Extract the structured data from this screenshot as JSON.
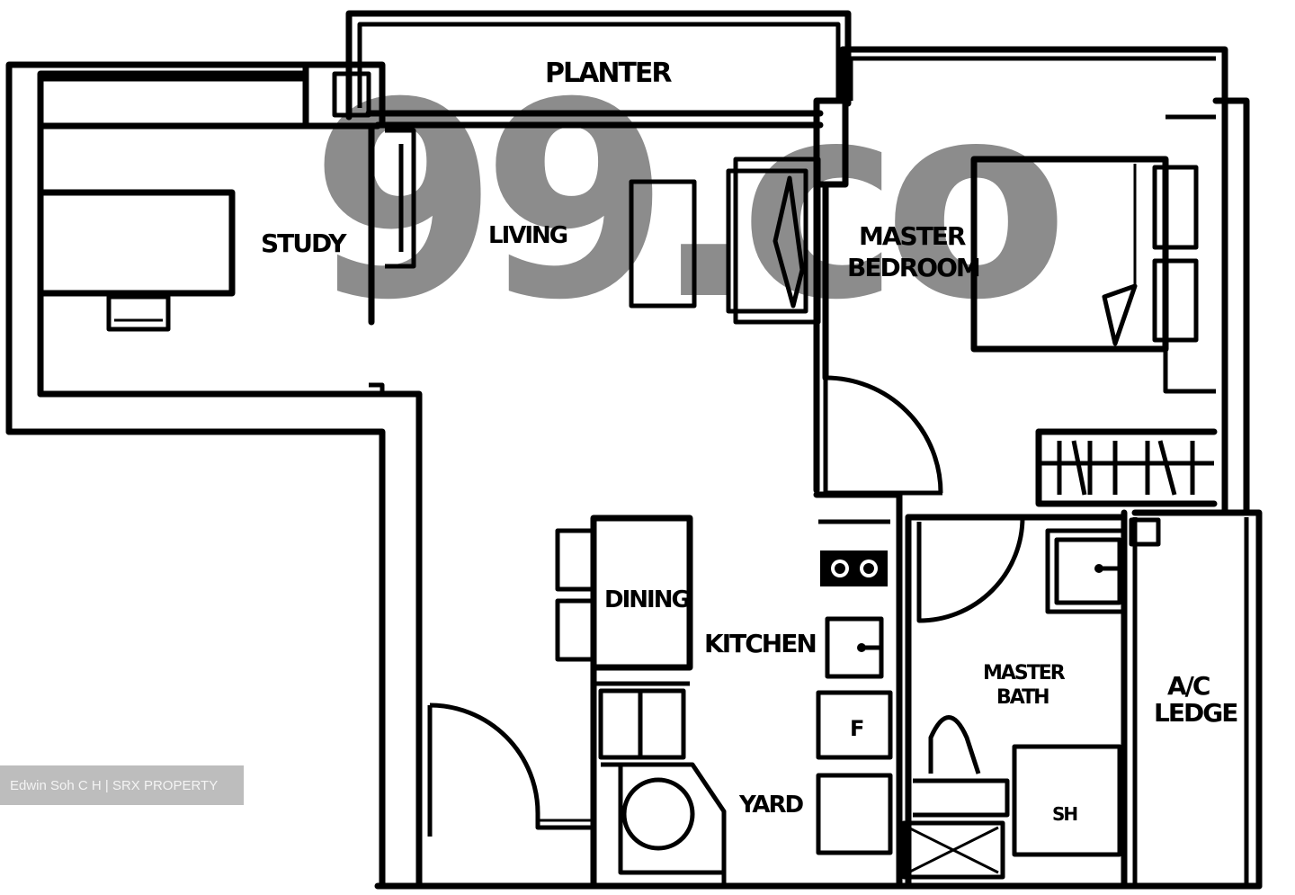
{
  "plan": {
    "watermark": "99.co",
    "rooms": {
      "planter": "PLANTER",
      "study": "STUDY",
      "living": "LIVING",
      "master_bedroom_line1": "MASTER",
      "master_bedroom_line2": "BEDROOM",
      "dining": "DINING",
      "kitchen": "KITCHEN",
      "yard": "YARD",
      "fridge": "F",
      "master_bath_line1": "MASTER",
      "master_bath_line2": "BATH",
      "ac_ledge_line1": "A/C",
      "ac_ledge_line2": "LEDGE",
      "shower": "SH"
    }
  },
  "credit": {
    "text": "Edwin Soh C H | SRX PROPERTY"
  },
  "colors": {
    "lines": "#000000",
    "watermark": "#8c8c8c",
    "credit_bg": "#bdbdbd",
    "credit_text": "#f4f4f4"
  }
}
